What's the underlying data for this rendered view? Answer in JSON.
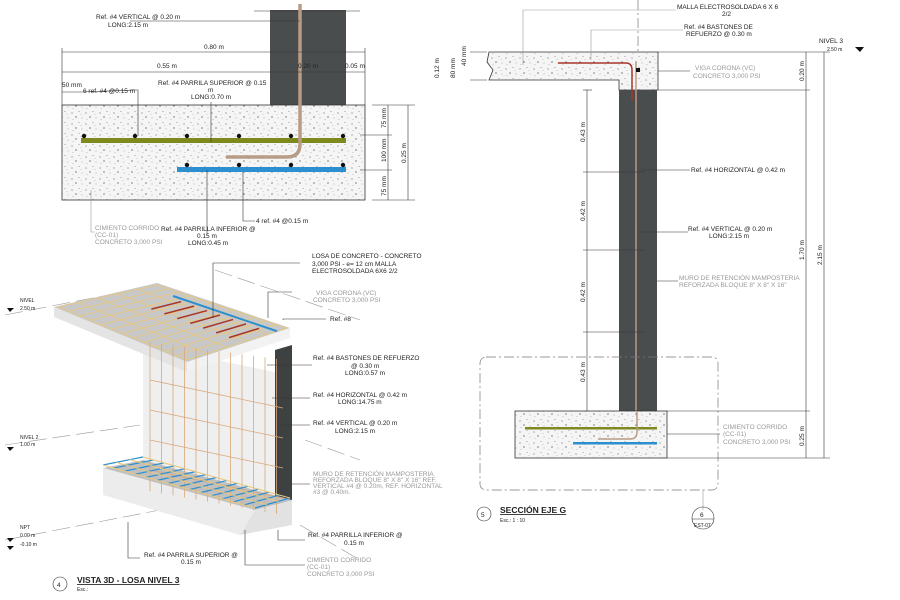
{
  "colors": {
    "wall": "#4a4d4e",
    "top_bar": "#7f8a1e",
    "bottom_bar": "#2c8fd0",
    "vertical_bar": "#b89c86",
    "bastones": "#a8362a",
    "concrete": "#f4f4f4"
  },
  "detail_footing": {
    "vertical": [
      "Ref. #4 VERTICAL @ 0.20 m",
      "LONG:2.15 m"
    ],
    "dim_080": "0.80 m",
    "dim_055": "0.55 m",
    "dim_020": "0.20 m",
    "dim_005": "0.05 m",
    "dim_50mm": "50 mm",
    "top_count": "6 ref. #4 @0.15 m",
    "parrilla_sup": [
      "Ref. #4 PARRILA SUPERIOR @ 0.15",
      "m",
      "LONG:0.70 m"
    ],
    "dim_75a": "75 mm",
    "dim_100": "100 mm",
    "dim_75b": "75 mm",
    "dim_025": "0.25 m",
    "bottom_count": "4 ref. #4 @0.15 m",
    "parrilla_inf": [
      "Ref. #4 PARRILLA INFERIOR @",
      "0.15 m",
      "LONG:0.45 m"
    ],
    "cimiento": [
      "CIMIENTO CORRIDO",
      "(CC-01)",
      "CONCRETO 3,000 PSI"
    ]
  },
  "section": {
    "dim_012": "0.12 m",
    "dim_80mm": "80 mm",
    "dim_40mm": "40 mm",
    "malla": [
      "MALLA ELECTROSOLDADA 6 X 6",
      "2/2"
    ],
    "bastones": [
      "Ref. #4 BASTONES DE",
      "REFUERZO @ 0.30 m"
    ],
    "nivel": "NIVEL 3",
    "nivel_val": "2.50 m",
    "viga": [
      "VIGA CORONA (VC)",
      "CONCRETO 3,000 PSI"
    ],
    "dim_020": "0.20 m",
    "dims_left": [
      "0.43 m",
      "0.42 m",
      "0.42 m",
      "0.43 m"
    ],
    "horizontal": "Ref. #4 HORIZONTAL @ 0.42 m",
    "vertical": [
      "Ref. #4 VERTICAL @ 0.20 m",
      "LONG:2.15 m"
    ],
    "muro": [
      "MURO DE RETENCIÓN MAMPOSTERIA",
      "REFORZADA BLOQUE  8\" X 8\" X 16\""
    ],
    "dim_170": "1.70 m",
    "dim_215": "2.15 m",
    "dim_025": "0.25 m",
    "cimiento": [
      "CIMIENTO CORRIDO",
      "(CC-01)",
      "CONCRETO 3,000 PSI"
    ],
    "title_num": "5",
    "title": "SECCIÓN EJE G",
    "scale": "Esc.: 1 : 10",
    "ref_num": "6",
    "ref_sheet": "EST-07"
  },
  "view3d": {
    "losa": [
      "LOSA DE CONCRETO - CONCRETO",
      "3,000 PSI - e= 12 cm MALLA",
      "ELECTROSOLDADA 6X6 2/2"
    ],
    "viga": [
      "VIGA CORONA (VC)",
      "CONCRETO 3,000 PSI"
    ],
    "ref8": "Ref. #8",
    "bastones": [
      "Ref. #4 BASTONES DE REFUERZO",
      "@ 0.30 m",
      "LONG:0.57 m"
    ],
    "horizontal": [
      "Ref. #4 HORIZONTAL @ 0.42 m",
      "LONG:14.75 m"
    ],
    "vertical": [
      "Ref. #4 VERTICAL @ 0.20 m",
      "LONG:2.15 m"
    ],
    "muro": [
      "MURO DE RETENCIÓN MAMPOSTERIA",
      "REFORZADA BLOQUE  8\" X 8\" X 16\" REF.",
      "VERTICAL #4 @ 0.20m, REF. HORIZONTAL",
      "#3 @ 0.40m."
    ],
    "parrilla_inf": [
      "Ref. #4 PARRILLA INFERIOR @",
      "0.15 m"
    ],
    "parrilla_sup": [
      "Ref. #4 PARRILA SUPERIOR @",
      "0.15 m"
    ],
    "cimiento": [
      "CIMIENTO CORRIDO",
      "(CC-01)",
      "CONCRETO 3,000 PSI"
    ],
    "levels": [
      {
        "name": "NIVEL",
        "value": "2.50 m"
      },
      {
        "name": "NIVEL 2",
        "value": "1.00 m"
      },
      {
        "name": "NPT",
        "value": "0.00 m"
      },
      {
        "name": "",
        "value": "-0.10 m"
      }
    ],
    "title_num": "4",
    "title": "VISTA 3D - LOSA NIVEL 3",
    "scale": "Esc.:"
  }
}
